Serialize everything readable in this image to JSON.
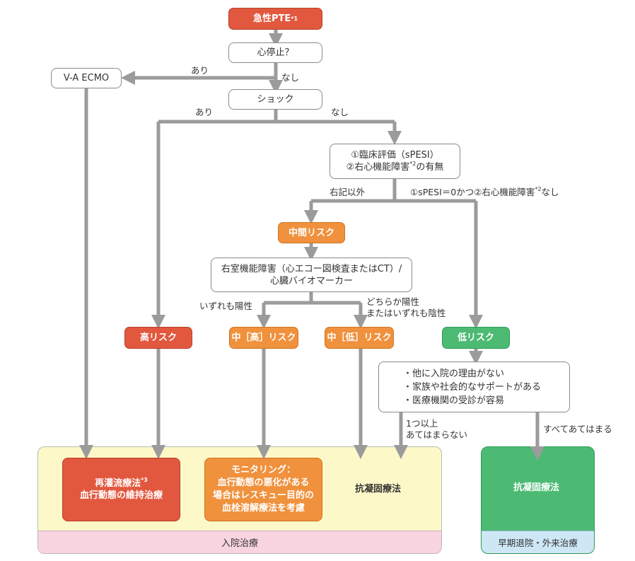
{
  "nodes": {
    "acute_pte": {
      "text": "急性PTE",
      "note": "*1"
    },
    "cardiac_arrest": "心停止？",
    "va_ecmo": "V-A ECMO",
    "shock": "ショック",
    "evaluation": {
      "line1": "①臨床評価（sPESI）",
      "line2_a": "②右心機能障害",
      "line2_note": "*2",
      "line2_b": "の有無"
    },
    "intermediate_risk": "中間リスク",
    "rv_dysfunction": {
      "line1": "右室機能障害（心エコー図検査またはCT）/",
      "line2": "心臓バイオマーカー"
    },
    "high_risk": "高リスク",
    "intermediate_high": "中［高］リスク",
    "intermediate_low": "中［低］リスク",
    "low_risk": "低リスク",
    "conditions": [
      "他に入院の理由がない",
      "家族や社会的なサポートがある",
      "医療機関の受診が容易"
    ],
    "reperfusion": {
      "line1": "再灌流療法",
      "note": "*3",
      "line2": "血行動態の維持治療"
    },
    "monitoring": {
      "line1": "モニタリング：",
      "line2": "血行動態の悪化がある",
      "line3": "場合はレスキュー目的の",
      "line4": "血栓溶解療法を考慮"
    },
    "anticoag_inpatient": "抗凝固療法",
    "anticoag_outpatient": "抗凝固療法"
  },
  "edge_labels": {
    "arrest_yes": "あり",
    "arrest_no": "なし",
    "shock_yes": "あり",
    "shock_no": "なし",
    "other": "右記以外",
    "low_cond": {
      "a": "①sPESI＝0かつ②右心機能障害",
      "note": "*2",
      "b": "なし"
    },
    "both_positive": "いずれも陽性",
    "either_positive_1": "どちらか陽性",
    "either_positive_2": "またはいずれも陰性",
    "one_or_more_1": "1つ以上",
    "one_or_more_2": "あてはまらない",
    "all_apply": "すべてあてはまる"
  },
  "zones": {
    "inpatient": "入院治療",
    "outpatient": "早期退院・外来治療"
  },
  "colors": {
    "red": "#e2583e",
    "orange": "#f0913d",
    "green": "#4dba74",
    "inpatient_bg": "#fdf8c8",
    "inpatient_footer": "#f8d4e0",
    "outpatient_footer": "#cde7f5",
    "arrow": "#9b9b9b"
  }
}
